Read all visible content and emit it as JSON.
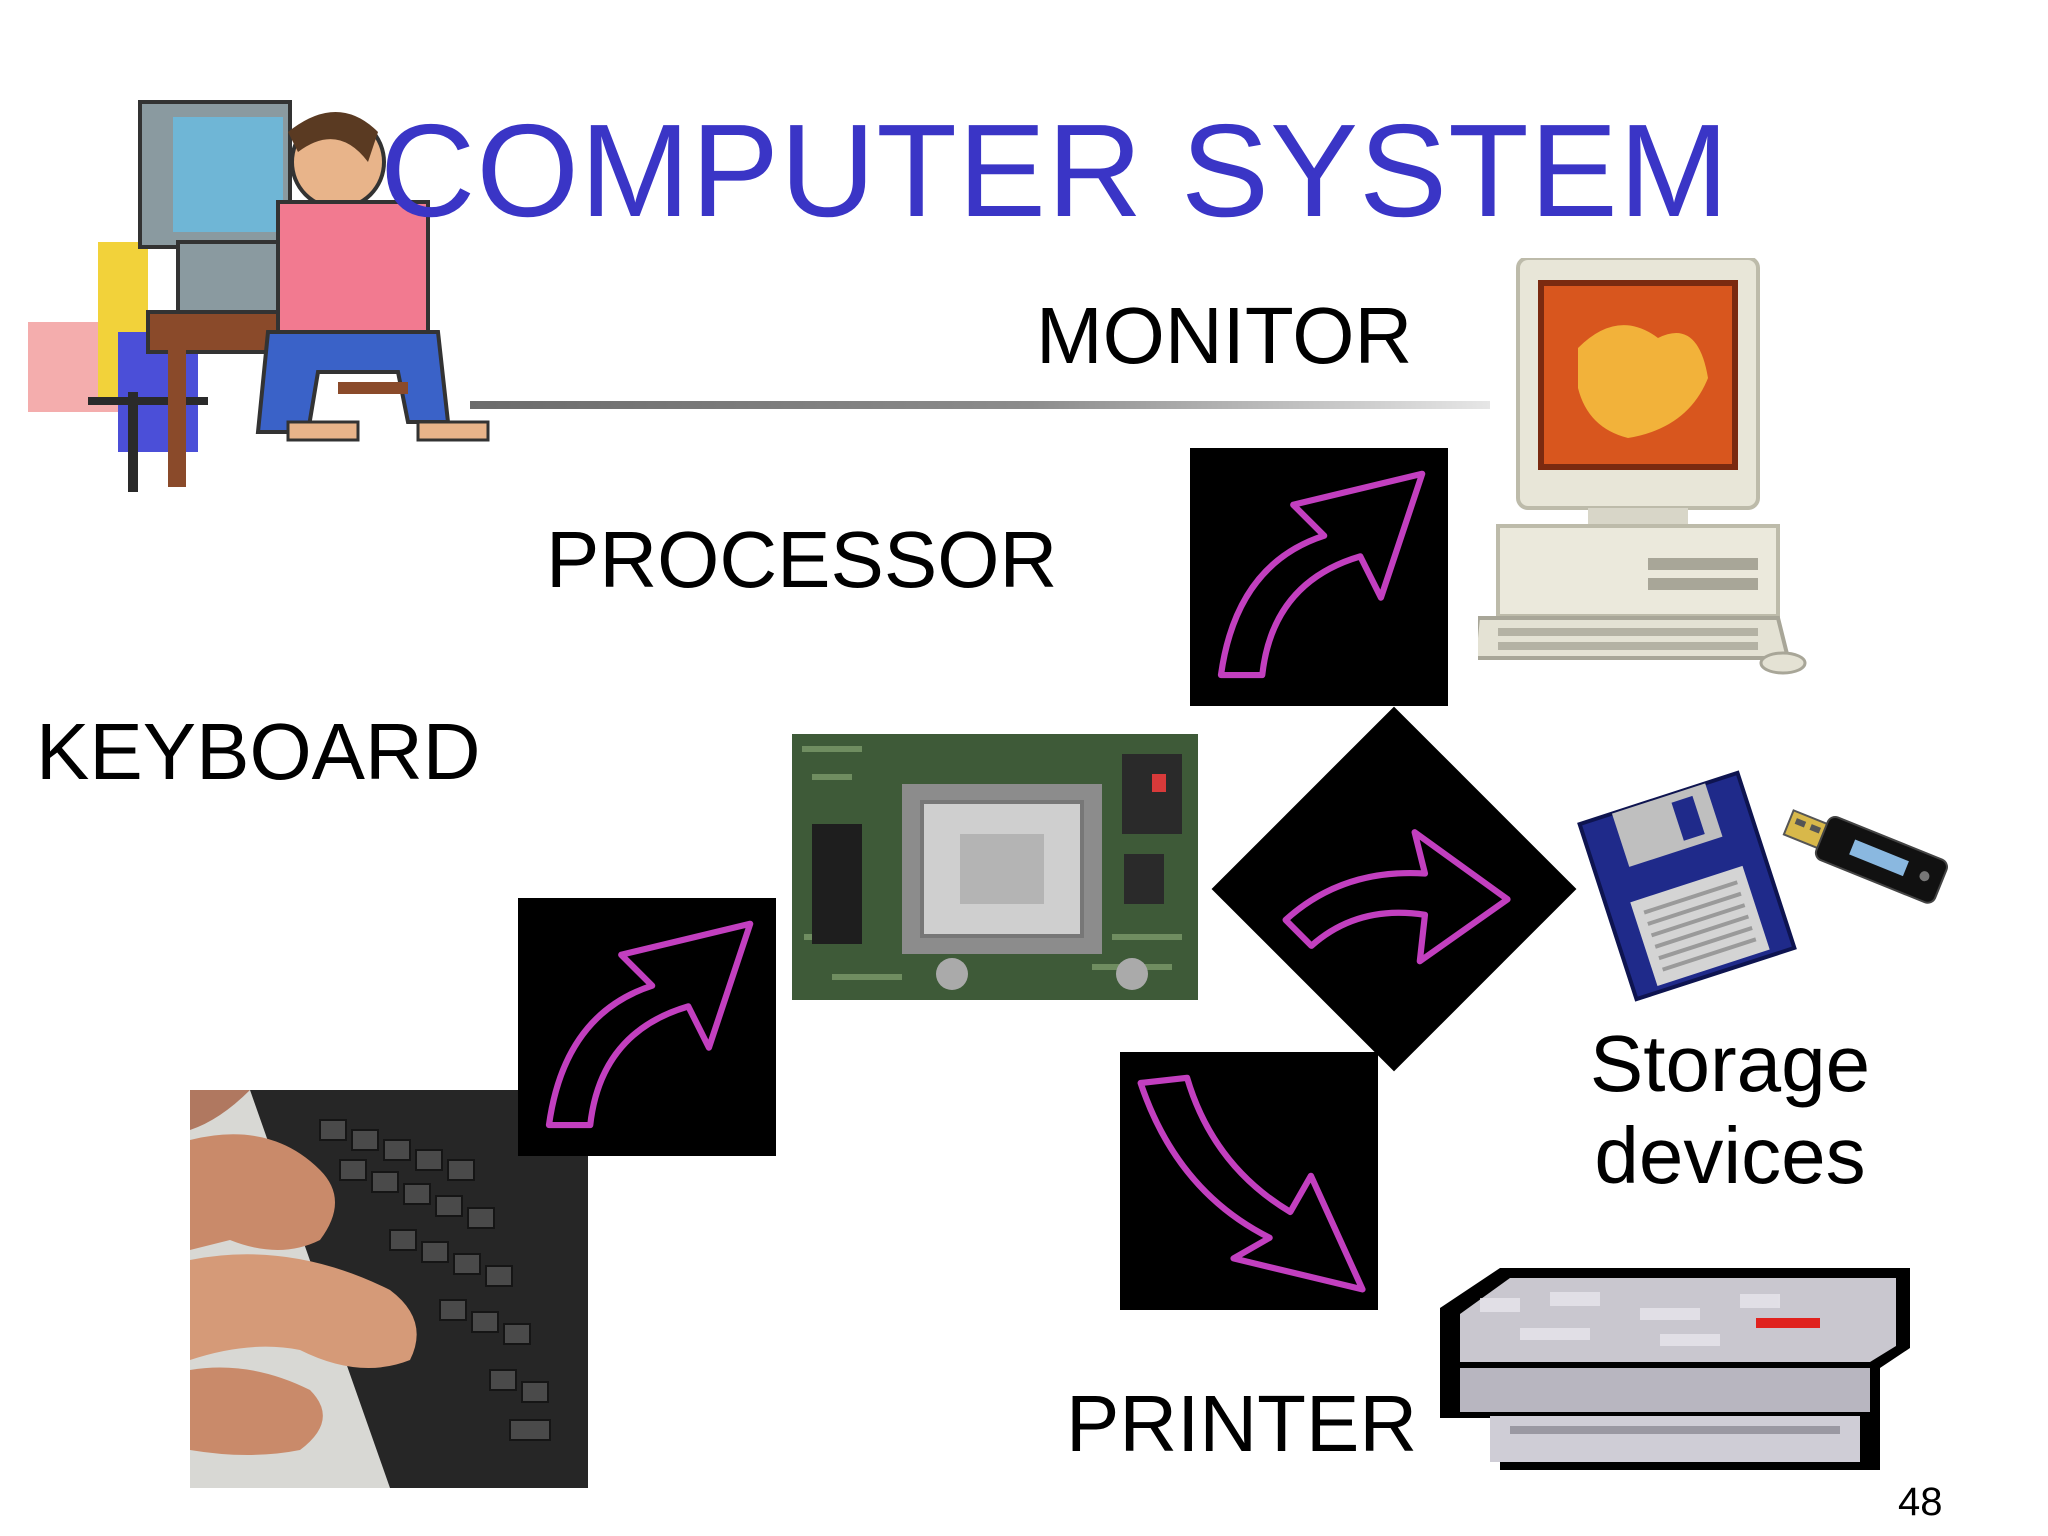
{
  "slide": {
    "title": "COMPUTER SYSTEM",
    "page_number": "48"
  },
  "labels": {
    "monitor": "MONITOR",
    "processor": "PROCESSOR",
    "keyboard": "KEYBOARD",
    "storage_line1": "Storage",
    "storage_line2": "devices",
    "printer": "PRINTER"
  },
  "colors": {
    "title": "#3a35c6",
    "arrow_stroke": "#c23fbf",
    "arrow_background": "#000000"
  },
  "icons": {
    "person": "person-at-computer-icon",
    "monitor": "desktop-computer-icon",
    "processor": "circuit-board-icon",
    "keyboard": "typing-keyboard-icon",
    "floppy": "floppy-disk-icon",
    "usb": "usb-drive-icon",
    "printer": "printer-icon",
    "arrow": "curved-arrow-icon"
  }
}
